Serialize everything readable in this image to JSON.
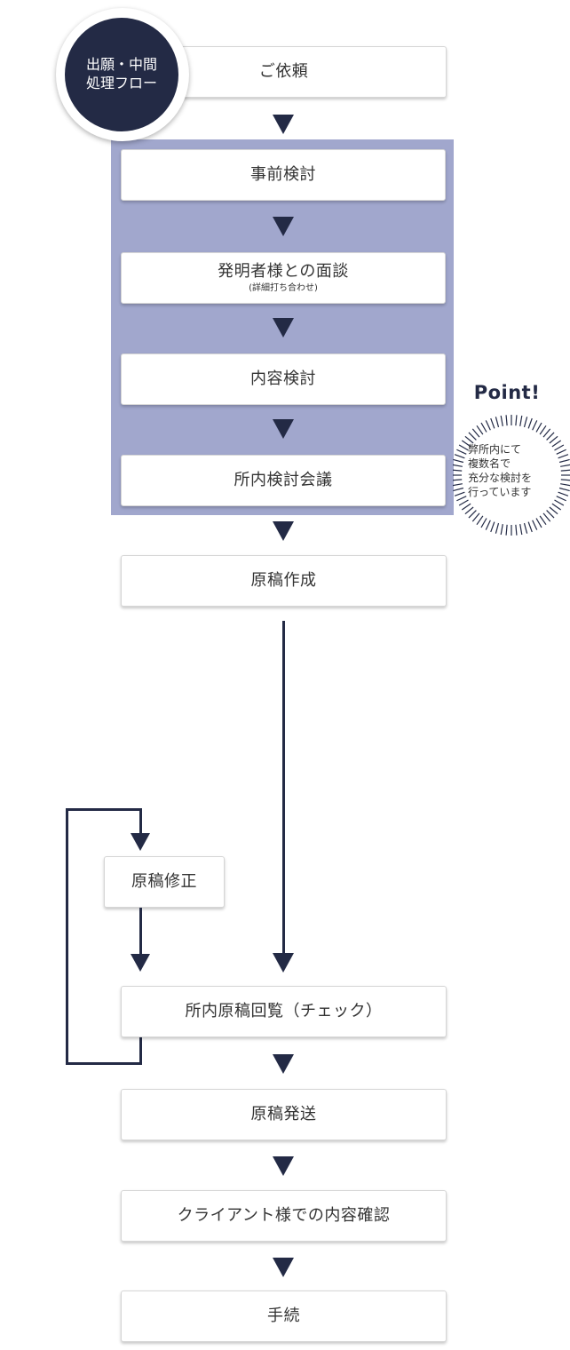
{
  "badge": {
    "line1": "出願・中間",
    "line2": "処理フロー"
  },
  "steps": {
    "request": "ご依頼",
    "pre_review": "事前検討",
    "interview": "発明者様との面談",
    "interview_sub": "(詳細打ち合わせ)",
    "content_review": "内容検討",
    "internal_meeting": "所内検討会議",
    "draft_creation": "原稿作成",
    "draft_revision": "原稿修正",
    "internal_circulation": "所内原稿回覧（チェック）",
    "draft_send": "原稿発送",
    "client_confirm": "クライアント様での内容確認",
    "procedure": "手続"
  },
  "point": {
    "title": "Point!",
    "lines": [
      "弊所内にて",
      "複数名で",
      "充分な検討を",
      "行っています"
    ]
  },
  "colors": {
    "navy": "#232a45",
    "band": "#a1a7cd",
    "box_border": "#d6d6d6",
    "text": "#333333"
  }
}
